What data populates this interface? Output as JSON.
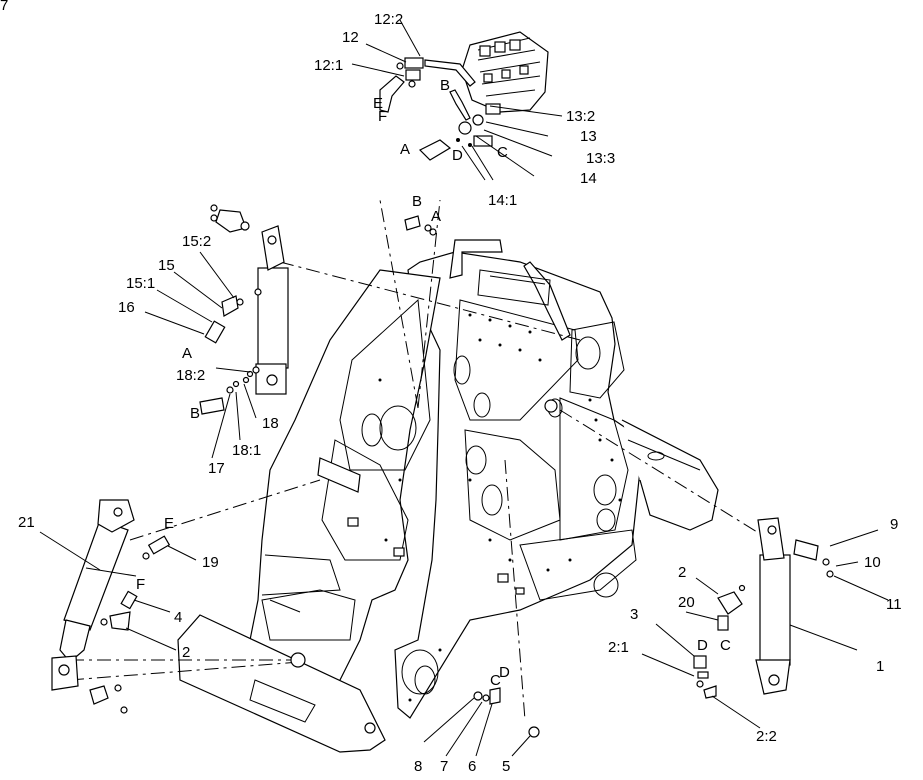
{
  "diagram": {
    "page_mark": "7",
    "callouts": {
      "c1": "1",
      "c2a": "2",
      "c2b": "2",
      "c2_1": "2:1",
      "c2_2": "2:2",
      "c3": "3",
      "c4": "4",
      "c5": "5",
      "c6": "6",
      "c7": "7",
      "c8": "8",
      "c9": "9",
      "c10": "10",
      "c11": "11",
      "c12": "12",
      "c12_1": "12:1",
      "c12_2": "12:2",
      "c13": "13",
      "c13_2": "13:2",
      "c13_3": "13:3",
      "c14": "14",
      "c14_1": "14:1",
      "c15": "15",
      "c15_1": "15:1",
      "c15_2": "15:2",
      "c16": "16",
      "c17": "17",
      "c18": "18",
      "c18_1": "18:1",
      "c18_2": "18:2",
      "c19": "19",
      "c20": "20",
      "c21": "21"
    },
    "ports": {
      "p_a1": "A",
      "p_b1": "B",
      "p_c1": "C",
      "p_d1": "D",
      "p_e1": "E",
      "p_f1": "F",
      "p_a2": "A",
      "p_b2": "B",
      "p_a3": "A",
      "p_b3": "B",
      "p_e2": "E",
      "p_f2": "F",
      "p_c2": "C",
      "p_d2": "D",
      "p_c3": "C",
      "p_d3": "D"
    }
  }
}
